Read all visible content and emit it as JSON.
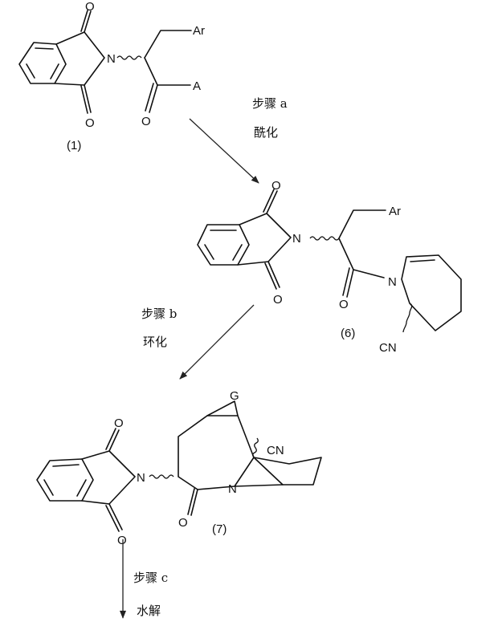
{
  "atoms": {
    "o": "O",
    "n": "N",
    "ar": "Ar",
    "a": "A",
    "g": "G",
    "cn": "CN"
  },
  "compounds": {
    "c1": "(1)",
    "c6": "(6)",
    "c7": "(7)"
  },
  "steps": {
    "a": {
      "label": "步骤 a",
      "name": "酰化"
    },
    "b": {
      "label": "步骤 b",
      "name": "环化"
    },
    "c": {
      "label": "步骤 c",
      "name": "水解"
    }
  }
}
